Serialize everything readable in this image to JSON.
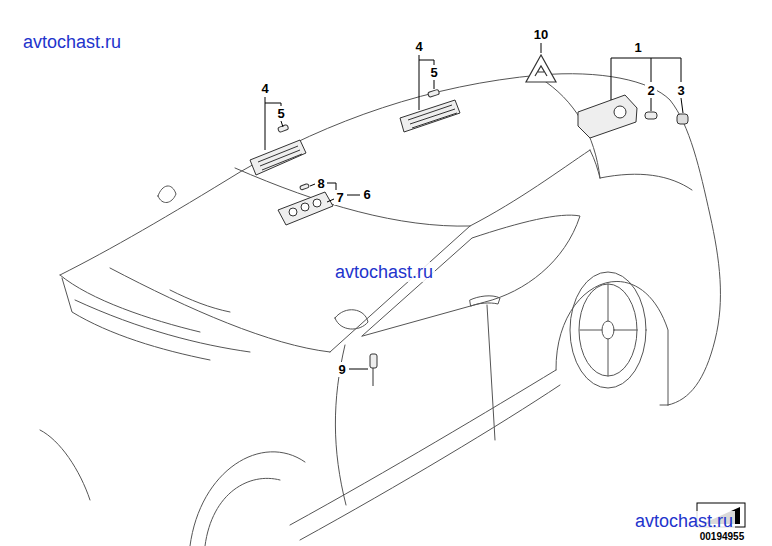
{
  "diagram": {
    "labels": [
      "avtochast.ru",
      "4",
      "5",
      "8",
      "7",
      "6",
      "4",
      "5",
      "10",
      "1",
      "2",
      "3",
      "9",
      "avtochast.ru",
      "avtochast.ru",
      "00194955"
    ]
  }
}
